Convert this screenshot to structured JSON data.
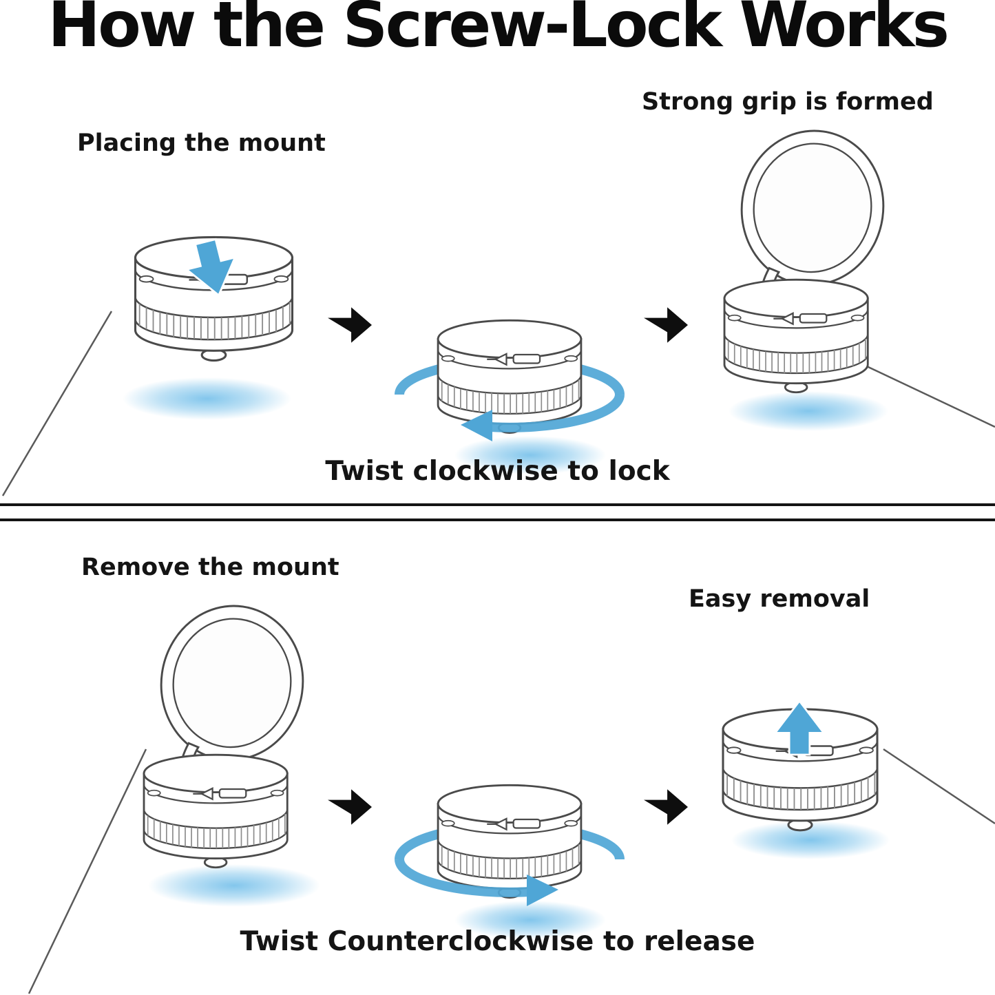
{
  "title": "How the Screw-Lock Works",
  "top_panel": {
    "label_left": "Placing the mount",
    "label_right": "Strong grip is formed",
    "caption": "Twist clockwise to lock"
  },
  "bottom_panel": {
    "label_left": "Remove the mount",
    "label_right": "Easy removal",
    "caption": "Twist Counterclockwise to release"
  },
  "colors": {
    "accent_blue": "#4FA6D6",
    "glow_blue": "#7CC3EB",
    "ink": "#0C0C0C",
    "line_art": "#4A4A4A"
  },
  "icons": {
    "step": "arrow-right-icon",
    "lock": "rotate-clockwise-icon",
    "release": "rotate-counterclockwise-icon",
    "place": "down-arrow-icon",
    "remove": "up-arrow-icon"
  }
}
